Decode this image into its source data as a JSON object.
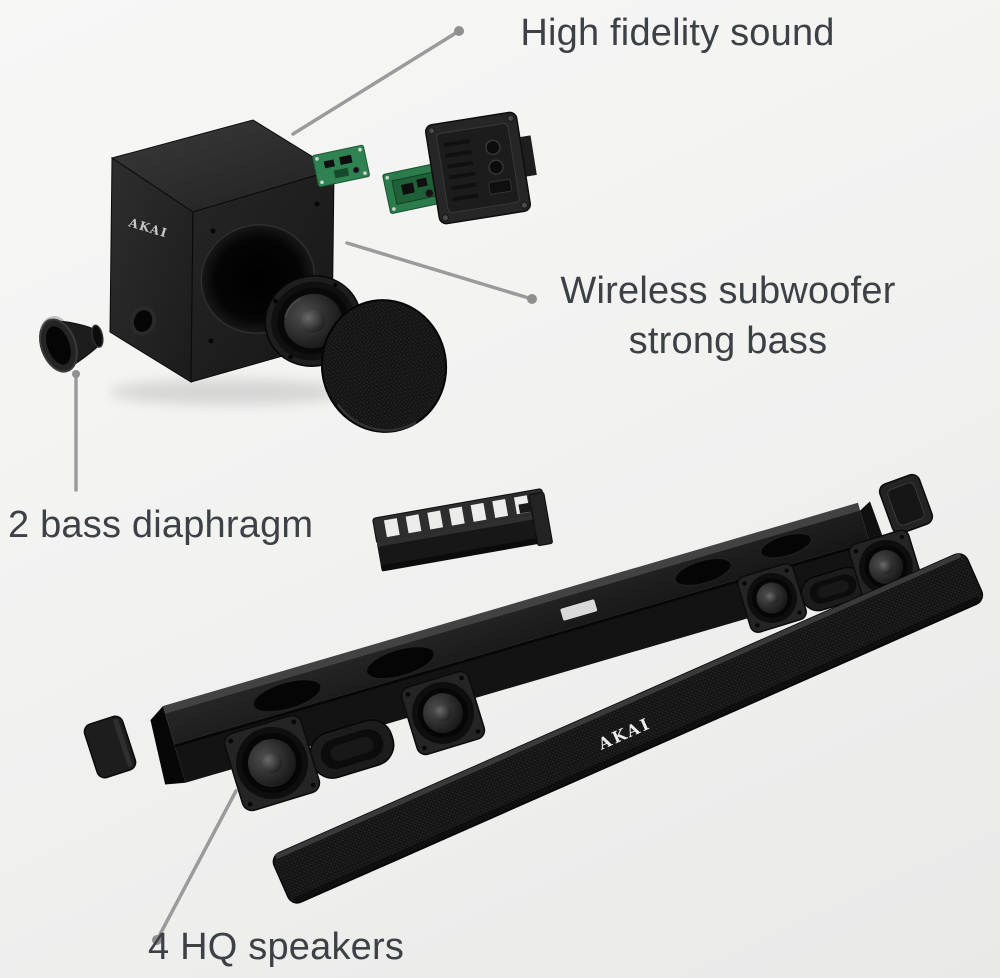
{
  "callouts": {
    "high_fidelity": {
      "label": "High fidelity sound"
    },
    "wireless_subwoofer": {
      "line1": "Wireless subwoofer",
      "line2": "strong bass"
    },
    "bass_diaphragm": {
      "label": "2 bass diaphragm"
    },
    "hq_speakers": {
      "label": "4 HQ speakers"
    }
  },
  "brand": {
    "subwoofer_logo": "AKAI",
    "soundbar_logo": "AKAI"
  },
  "colors": {
    "background": "#f1f1f0",
    "label_text": "#3d4145",
    "callout_line": "#9b9b9b",
    "product_black": "#161616",
    "pcb_green": "#2f8352",
    "display_window": "#d9d9d9"
  }
}
